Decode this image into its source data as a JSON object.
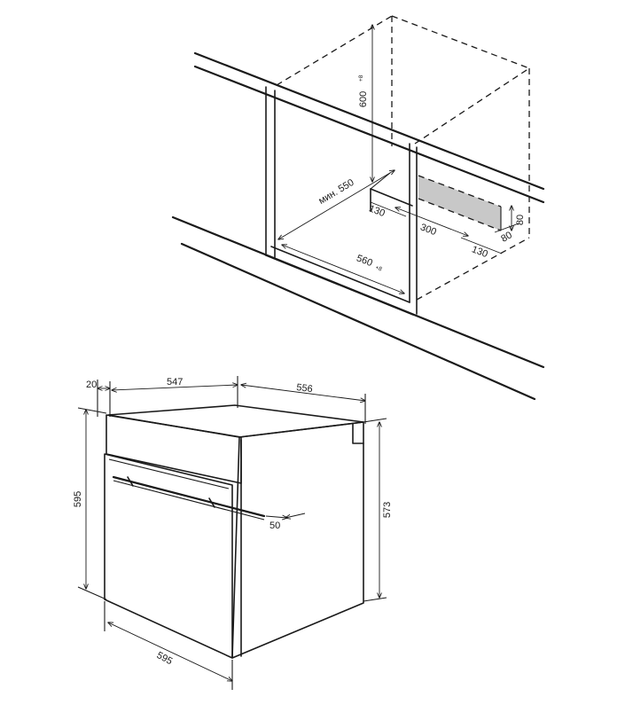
{
  "colors": {
    "line": "#1a1a1a",
    "vent": "#c8c8c8",
    "background": "#ffffff"
  },
  "niche": {
    "height": "600",
    "height_tol": "+8",
    "depth": "мин. 550",
    "width": "560",
    "width_tol": "+8",
    "vent_offset": "130",
    "vent_width": "300",
    "vent_depth": "80",
    "vent_height": "80",
    "vent_side": "130"
  },
  "oven": {
    "front_offset": "20",
    "body_width": "547",
    "depth": "556",
    "height": "595",
    "body_height": "573",
    "width": "595",
    "handle_offset": "50"
  }
}
